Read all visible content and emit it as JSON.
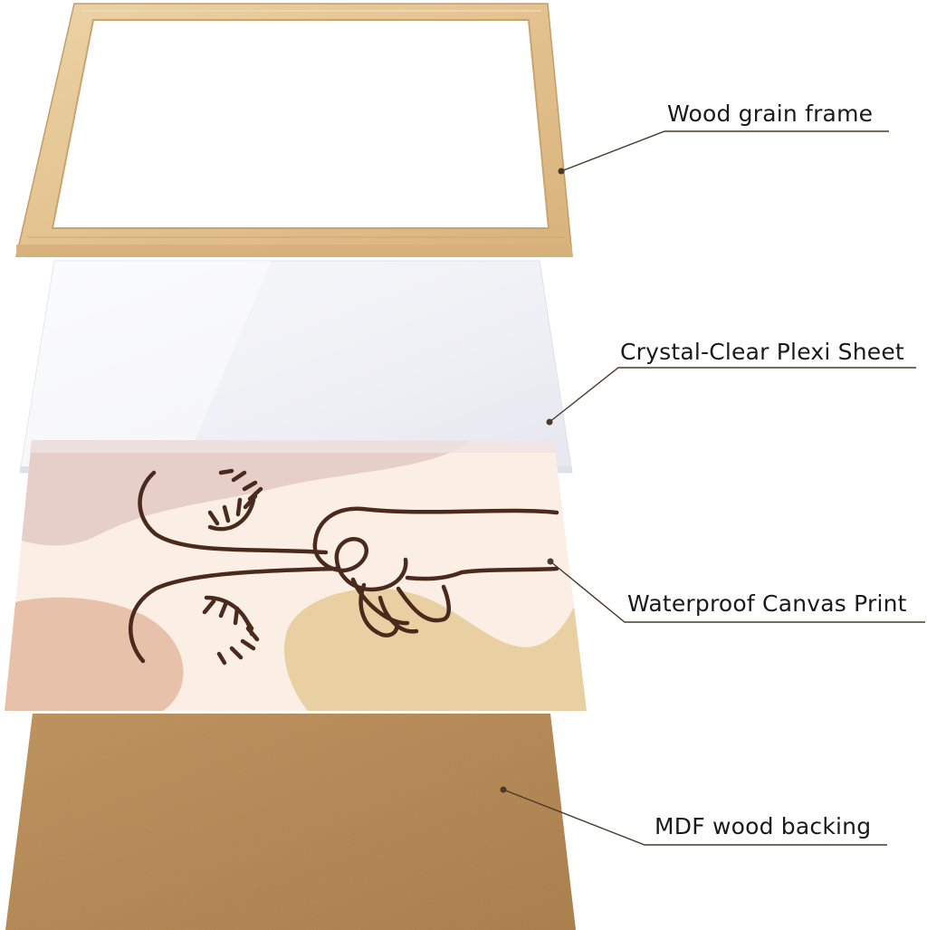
{
  "labels": {
    "frame": "Wood grain frame",
    "plexi": "Crystal-Clear Plexi Sheet",
    "canvas": "Waterproof Canvas Print",
    "backing": "MDF wood backing"
  },
  "colors": {
    "frame_wood": "#e3c28f",
    "frame_edge": "#caa470",
    "plexi": "#f0f1f6",
    "canvas_bg": "#fbeee4",
    "blob_mauve": "#e6cfc8",
    "blob_peach": "#e8c1aa",
    "blob_tan": "#e8d0a2",
    "line_art": "#4a2a1c",
    "mdf": "#b88a55",
    "leader": "#4a3a2a"
  }
}
